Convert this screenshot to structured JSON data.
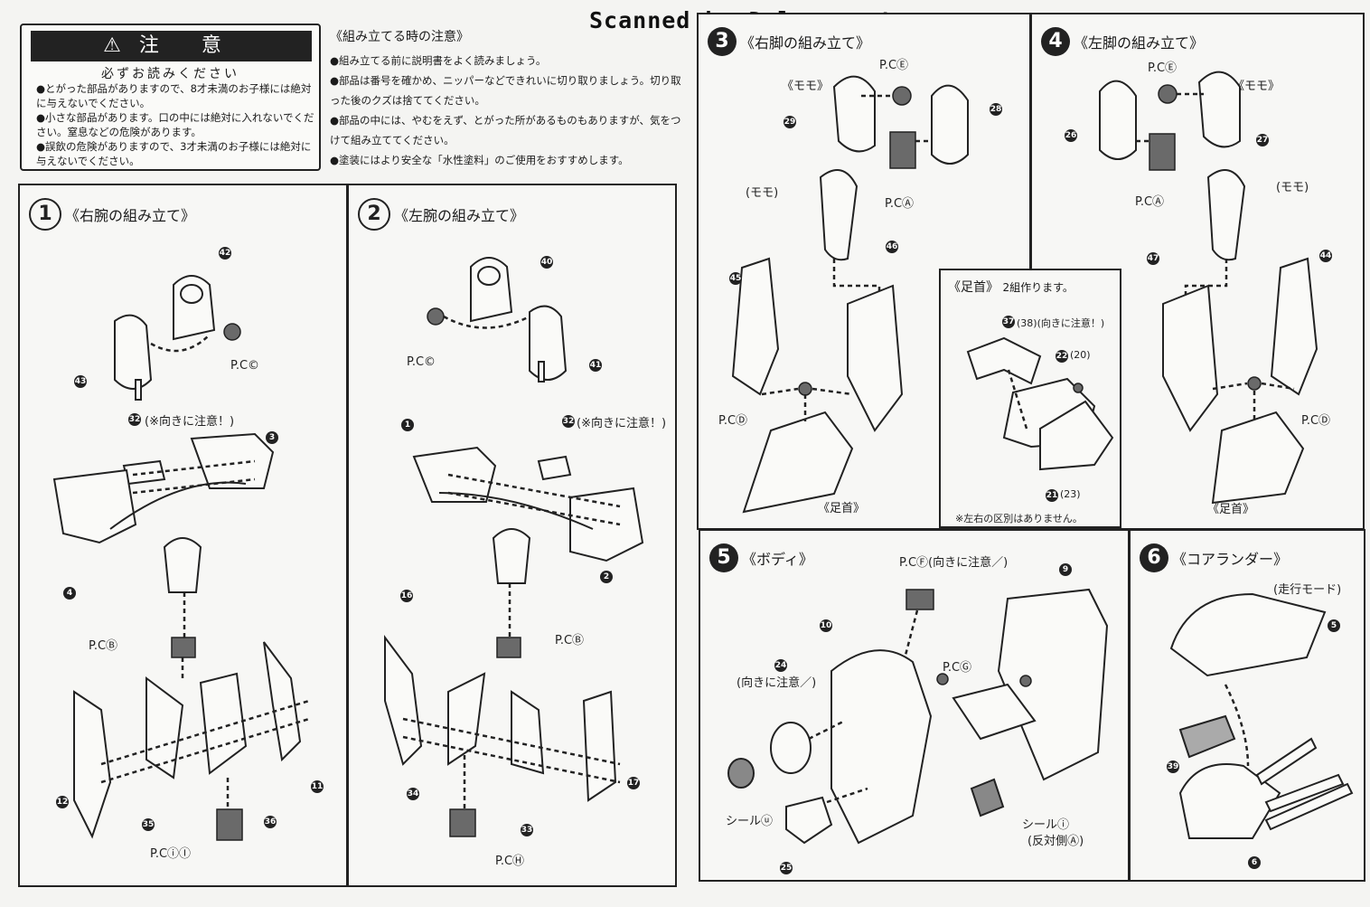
{
  "header": {
    "scan_credit": "Scanned by Dalong.net"
  },
  "caution": {
    "title": "注 意",
    "subtitle": "必ずお読みください",
    "items": [
      "●とがった部品がありますので、8才未満のお子様には絶対に与えないでください。",
      "●小さな部品があります。口の中には絶対に入れないでください。窒息などの危険があります。",
      "●誤飲の危険がありますので、3才未満のお子様には絶対に与えないでください。"
    ]
  },
  "assembly_notes": {
    "title": "《組み立てる時の注意》",
    "items": [
      "●組み立てる前に説明書をよく読みましょう。",
      "●部品は番号を確かめ、ニッパーなどできれいに切り取りましょう。切り取った後のクズは捨ててください。",
      "●部品の中には、やむをえず、とがった所があるものもありますが、気をつけて組み立ててください。",
      "●塗装にはより安全な「水性塗料」のご使用をおすすめします。"
    ]
  },
  "steps": [
    {
      "number": "1",
      "title": "《右腕の組み立て》",
      "labels": [
        "42",
        "P.C©",
        "43",
        "32",
        "(※向きに注意！)",
        "3",
        "4",
        "P.CⒷ",
        "11",
        "12",
        "35",
        "36",
        "P.CⓘⒾ"
      ]
    },
    {
      "number": "2",
      "title": "《左腕の組み立て》",
      "labels": [
        "40",
        "P.C©",
        "41",
        "1",
        "32",
        "(※向きに注意！)",
        "2",
        "P.CⒷ",
        "16",
        "17",
        "34",
        "33",
        "P.CⒽ"
      ]
    },
    {
      "number": "3",
      "title": "《右脚の組み立て》",
      "labels": [
        "P.CⒺ",
        "《モモ》",
        "29",
        "28",
        "P.CⒶ",
        "(モモ)",
        "45",
        "46",
        "P.CⒹ",
        "《足首》"
      ]
    },
    {
      "number": "4",
      "title": "《左脚の組み立て》",
      "labels": [
        "P.CⒺ",
        "《モモ》",
        "26",
        "27",
        "P.CⒶ",
        "(モモ)",
        "47",
        "44",
        "P.CⒹ",
        "《足首》"
      ]
    },
    {
      "number": "5",
      "title": "《ボディ》",
      "labels": [
        "P.CⒻ(向きに注意／)",
        "9",
        "10",
        "24",
        "(向きに注意／)",
        "P.CⒼ",
        "シールⓤ",
        "シールⓘ",
        "(反対側Ⓐ)",
        "25"
      ]
    },
    {
      "number": "6",
      "title": "《コアランダー》",
      "labels": [
        "(走行モード)",
        "5",
        "39",
        "6"
      ]
    }
  ],
  "ankle": {
    "title": "《足首》",
    "count_note": "2組作ります。",
    "labels": [
      "37",
      "(38)(向きに注意！)",
      "22",
      "(20)",
      "21",
      "(23)"
    ],
    "footnote": "※左右の区別はありません。"
  }
}
